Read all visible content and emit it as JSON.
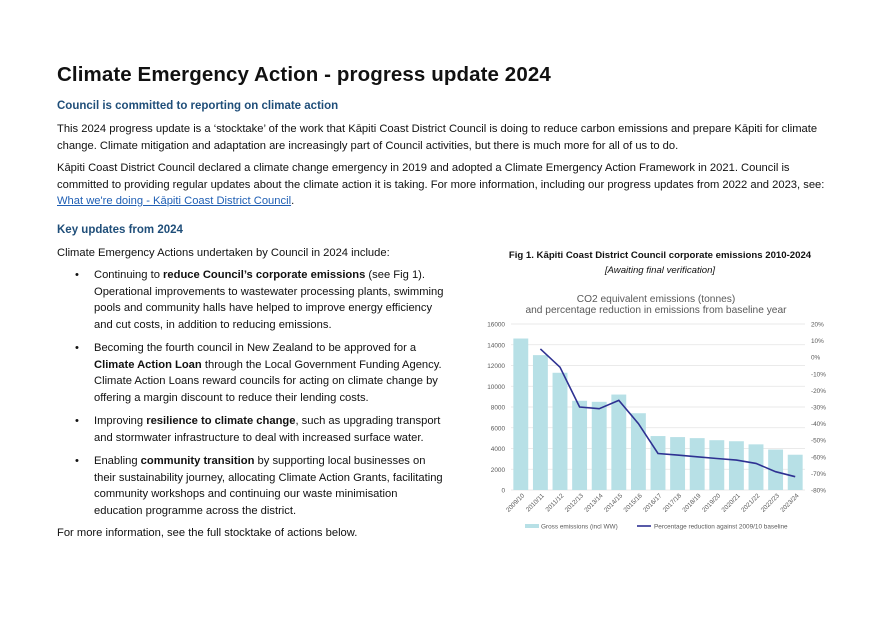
{
  "title": "Climate Emergency Action - progress update 2024",
  "section1": {
    "heading": "Council is committed to reporting on climate action",
    "para1": "This 2024 progress update is a ‘stocktake’ of the work that Kāpiti Coast District Council is doing to reduce carbon emissions and prepare Kāpiti for climate change. Climate mitigation and adaptation are increasingly part of Council activities, but there is much more for all of us to do.",
    "para2": "Kāpiti Coast District Council declared a climate change emergency in 2019 and adopted a Climate Emergency Action Framework in 2021. Council is committed to providing regular updates about the climate action it is taking. For more information, including our progress updates from 2022 and 2023, see:",
    "link": "What we're doing - Kāpiti Coast District Council",
    "link_after": "."
  },
  "section2": {
    "heading": "Key updates from 2024",
    "intro": "Climate Emergency Actions undertaken by Council in 2024 include:",
    "bullets": [
      {
        "pre": "Continuing to ",
        "bold": "reduce Council’s corporate emissions",
        "post": " (see Fig 1). Operational improvements to wastewater processing plants, swimming pools and community halls have helped to improve energy efficiency and cut costs, in addition to reducing emissions."
      },
      {
        "pre": "Becoming the fourth council in New Zealand to be approved for a ",
        "bold": "Climate Action Loan",
        "post": " through the Local Government Funding Agency. Climate Action Loans reward councils for acting on climate change by offering a margin discount to reduce their lending costs."
      },
      {
        "pre": "Improving ",
        "bold": "resilience to climate change",
        "post": ", such as upgrading transport and stormwater infrastructure to deal with increased surface water."
      },
      {
        "pre": "Enabling ",
        "bold": "community transition",
        "post": " by supporting local businesses on their sustainability journey, allocating Climate Action Grants, facilitating community workshops and continuing our waste minimisation education programme across the district."
      }
    ],
    "outro": "For more information, see the full stocktake of actions below."
  },
  "figure": {
    "caption": "Fig 1. Kāpiti Coast District Council corporate emissions 2010-2024",
    "subcaption": "[Awaiting final verification]"
  },
  "chart_data": {
    "type": "bar",
    "title_line1": "CO2 equivalent emissions (tonnes)",
    "title_line2": "and percentage reduction in emissions from baseline year",
    "categories": [
      "2009/10",
      "2010/11",
      "2011/12",
      "2012/13",
      "2013/14",
      "2014/15",
      "2015/16",
      "2016/17",
      "2017/18",
      "2018/19",
      "2019/20",
      "2020/21",
      "2021/22",
      "2022/23",
      "2023/24"
    ],
    "series": [
      {
        "name": "Gross emissions (incl WW)",
        "type": "bar",
        "axis": "left",
        "color": "#b7e0e6",
        "values": [
          14600,
          13000,
          11300,
          8600,
          8500,
          9200,
          7400,
          5200,
          5100,
          5000,
          4800,
          4700,
          4400,
          3900,
          3400
        ]
      },
      {
        "name": "Percentage reduction against 2009/10 baseline",
        "type": "line",
        "axis": "right",
        "color": "#2e3192",
        "values": [
          null,
          5,
          -6,
          -30,
          -31,
          -26,
          -40,
          -58,
          -59,
          -60,
          -61,
          -62,
          -64,
          -69,
          -72
        ]
      }
    ],
    "y_left": {
      "min": 0,
      "max": 16000,
      "ticks": [
        "0",
        "2000",
        "4000",
        "6000",
        "8000",
        "10000",
        "12000",
        "14000",
        "16000"
      ]
    },
    "y_right": {
      "min": -80,
      "max": 20,
      "ticks": [
        "20%",
        "10%",
        "0%",
        "-10%",
        "-20%",
        "-30%",
        "-40%",
        "-50%",
        "-60%",
        "-70%",
        "-80%"
      ]
    },
    "grid": true,
    "legend": "bottom"
  }
}
